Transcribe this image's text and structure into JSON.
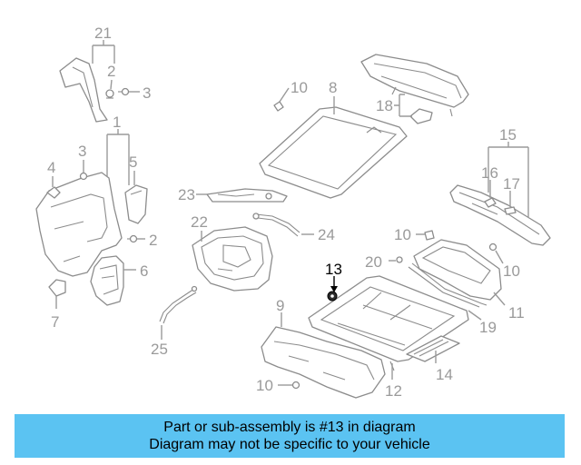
{
  "diagram": {
    "callouts": [
      "21",
      "2",
      "3",
      "1",
      "3",
      "4",
      "5",
      "2",
      "6",
      "7",
      "10",
      "8",
      "18",
      "23",
      "22",
      "24",
      "13",
      "9",
      "25",
      "10",
      "12",
      "14",
      "19",
      "11",
      "20",
      "10",
      "10",
      "15",
      "16",
      "17"
    ],
    "highlighted_callout": "13"
  },
  "banner": {
    "line1": "Part or sub-assembly is #13 in diagram",
    "line2": "Diagram may not be specific to your vehicle"
  },
  "colors": {
    "banner_bg": "#5bc3f2",
    "label_gray": "#9a9a9a",
    "highlight": "#000000"
  }
}
